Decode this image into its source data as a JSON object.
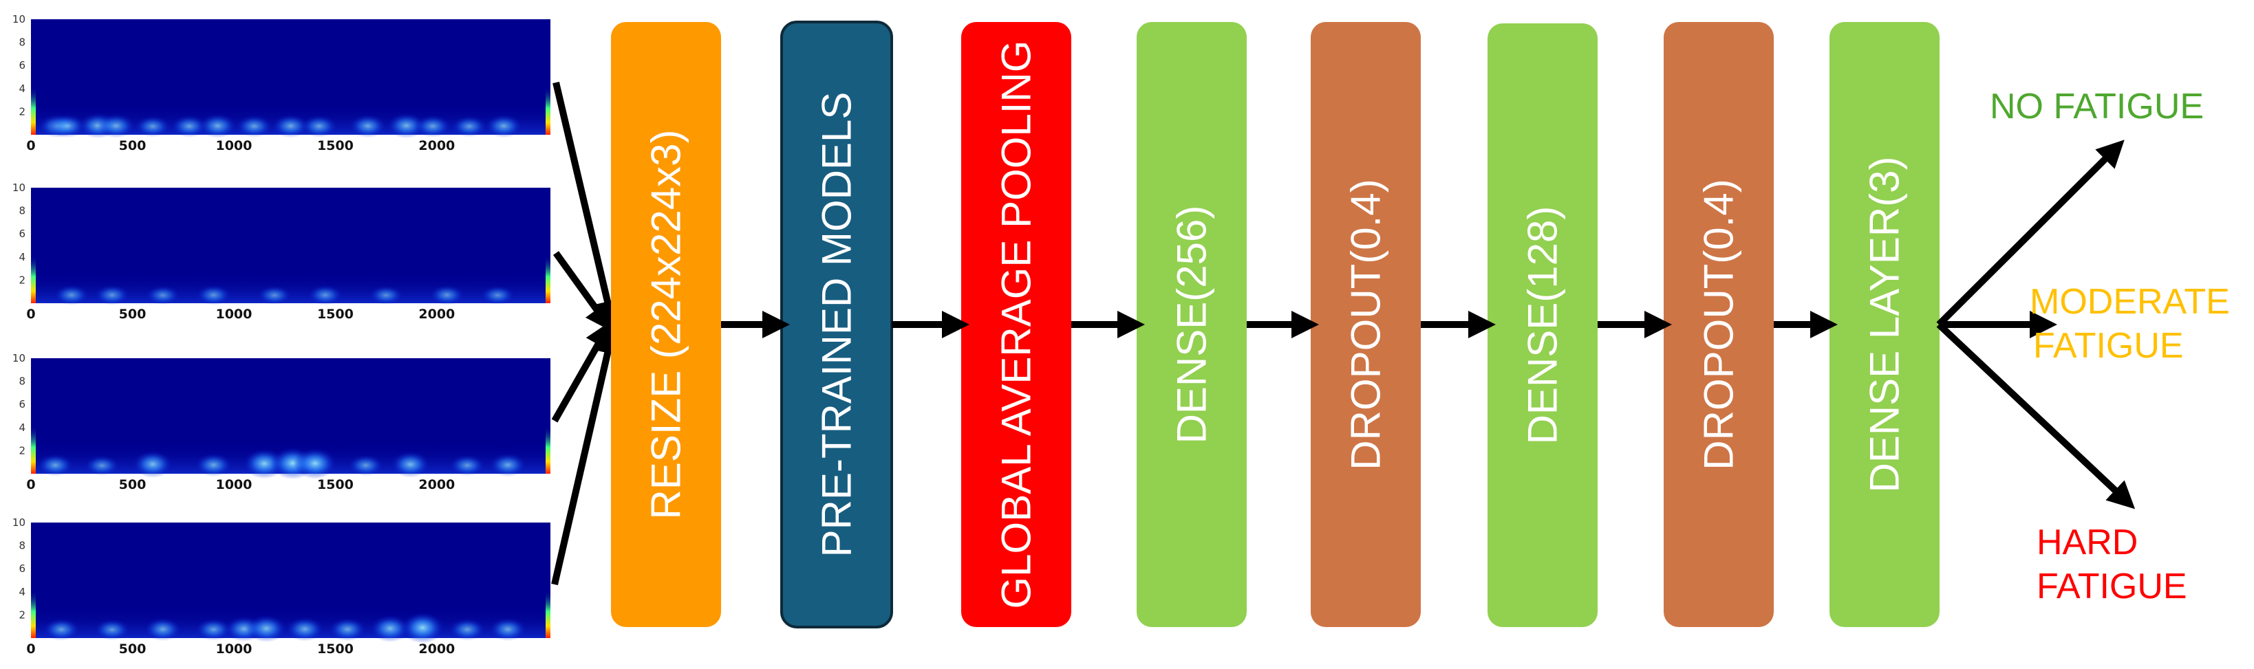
{
  "colors": {
    "orange": "#FF9900",
    "teal": "#175D80",
    "red": "#FF0000",
    "green": "#92D050",
    "brown": "#CE7546",
    "no_fatigue": "#4EA72E",
    "moderate": "#FFC000",
    "hard": "#FF0000",
    "spectrogram_bg": "#00008F"
  },
  "spectrograms": [
    {
      "y_ticks": [
        "10",
        "8",
        "6",
        "4",
        "2"
      ],
      "x_ticks": [
        "0",
        "500",
        "1000",
        "1500",
        "2000"
      ]
    },
    {
      "y_ticks": [
        "10",
        "8",
        "6",
        "4",
        "2"
      ],
      "x_ticks": [
        "0",
        "500",
        "1000",
        "1500",
        "2000"
      ]
    },
    {
      "y_ticks": [
        "10",
        "8",
        "6",
        "4",
        "2"
      ],
      "x_ticks": [
        "0",
        "500",
        "1000",
        "1500",
        "2000"
      ]
    },
    {
      "y_ticks": [
        "10",
        "8",
        "6",
        "4",
        "2"
      ],
      "x_ticks": [
        "0",
        "500",
        "1000",
        "1500",
        "2000"
      ]
    }
  ],
  "blocks": [
    {
      "label": "RESIZE (224x224x3)",
      "color": "orange"
    },
    {
      "label": "PRE-TRAINED MODELS",
      "color": "teal"
    },
    {
      "label": "GLOBAL AVERAGE POOLING",
      "color": "red"
    },
    {
      "label": "DENSE(256)",
      "color": "green"
    },
    {
      "label": "DROPOUT(0.4)",
      "color": "brown"
    },
    {
      "label": "DENSE(128)",
      "color": "green"
    },
    {
      "label": "DROPOUT(0.4)",
      "color": "brown"
    },
    {
      "label": "DENSE LAYER(3)",
      "color": "green"
    }
  ],
  "outputs": {
    "no_fatigue": "NO FATIGUE",
    "moderate_line1": "MODERATE",
    "moderate_line2": "FATIGUE",
    "hard_line1": "HARD",
    "hard_line2": "FATIGUE"
  }
}
